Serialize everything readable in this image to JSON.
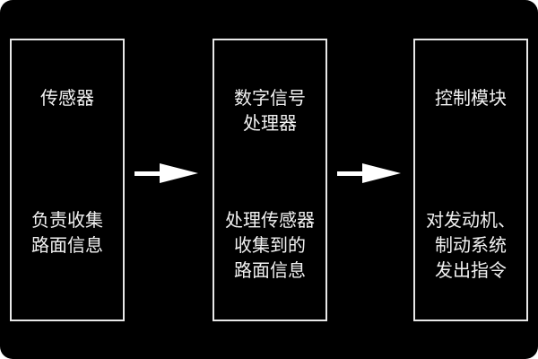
{
  "colors": {
    "background": "#000000",
    "border": "#e8e8e8",
    "text": "#f2f2f2"
  },
  "boxes": [
    {
      "title": "传感器",
      "body": "负责收集\n路面信息"
    },
    {
      "title": "数字信号\n处理器",
      "body": "处理传感器\n收集到的\n路面信息"
    },
    {
      "title": "控制模块",
      "body": "对发动机、\n制动系统\n发出指令"
    }
  ],
  "arrows": [
    "arrow-right-icon",
    "arrow-right-icon"
  ]
}
